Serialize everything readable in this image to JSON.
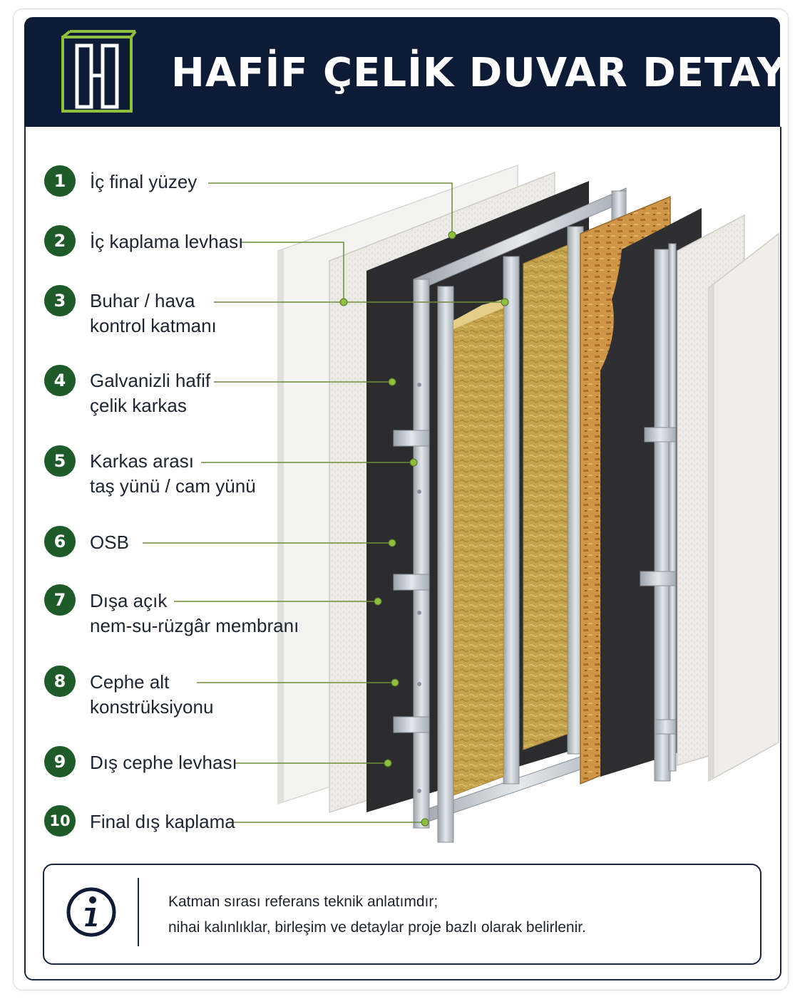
{
  "header": {
    "title": "HAFİF ÇELİK DUVAR DETAYI",
    "logo_icon": "steel-frame-logo-icon"
  },
  "layers": [
    {
      "number": "1",
      "line1": "İç final yüzey",
      "line2": ""
    },
    {
      "number": "2",
      "line1": "İç kaplama levhası",
      "line2": ""
    },
    {
      "number": "3",
      "line1": "Buhar / hava",
      "line2": "kontrol katmanı"
    },
    {
      "number": "4",
      "line1": "Galvanizli hafif",
      "line2": "çelik karkas"
    },
    {
      "number": "5",
      "line1": "Karkas arası",
      "line2": "taş yünü / cam yünü"
    },
    {
      "number": "6",
      "line1": "OSB",
      "line2": ""
    },
    {
      "number": "7",
      "line1": "Dışa açık",
      "line2": "nem-su-rüzgâr membranı"
    },
    {
      "number": "8",
      "line1": "Cephe alt",
      "line2": "konstrüksiyonu"
    },
    {
      "number": "9",
      "line1": "Dış cephe levhası",
      "line2": ""
    },
    {
      "number": "10",
      "line1": "Final dış kaplama",
      "line2": ""
    }
  ],
  "info": {
    "icon": "info-icon",
    "line1": "Katman sırası referans teknik anlatımdır;",
    "line2": "nihai kalınlıklar, birleşim ve detaylar proje bazlı olarak belirlenir."
  },
  "colors": {
    "header_bg": "#0d1b36",
    "badge_green": "#1e5a2a",
    "leader_green": "#6e8b3a",
    "logo_green": "#8fbf3f",
    "membrane": "#2b2b2d",
    "insulation": "#c9a94e",
    "osb": "#c98f42",
    "steel": "#b8bec6"
  }
}
